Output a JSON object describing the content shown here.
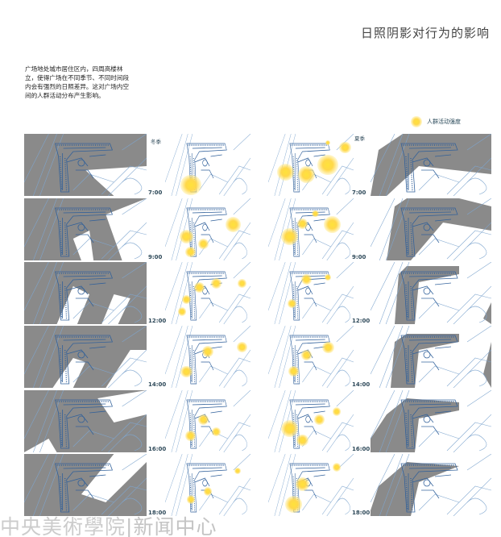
{
  "title": "日照阴影对行为的影响",
  "intro": "广场地处城市居住区内，四周高楼林立，使得广场在不同季节、不同时间段内会有强烈的日照差异。这对广场内空间的人群活动分布产生影响。",
  "legend": {
    "label": "人群活动强度",
    "icon": "crowd-intensity-blob-icon",
    "color": "#ffd84a"
  },
  "seasons": {
    "winter": "冬季",
    "summer": "夏季"
  },
  "times": [
    "7:00",
    "9:00",
    "12:00",
    "14:00",
    "16:00",
    "18:00"
  ],
  "colors": {
    "shadow": "#8a8a8a",
    "plan_line": "#2f5f9a",
    "title_text": "#444444"
  },
  "watermark": {
    "logo": "中央美術學院",
    "text": "|新闻中心"
  }
}
